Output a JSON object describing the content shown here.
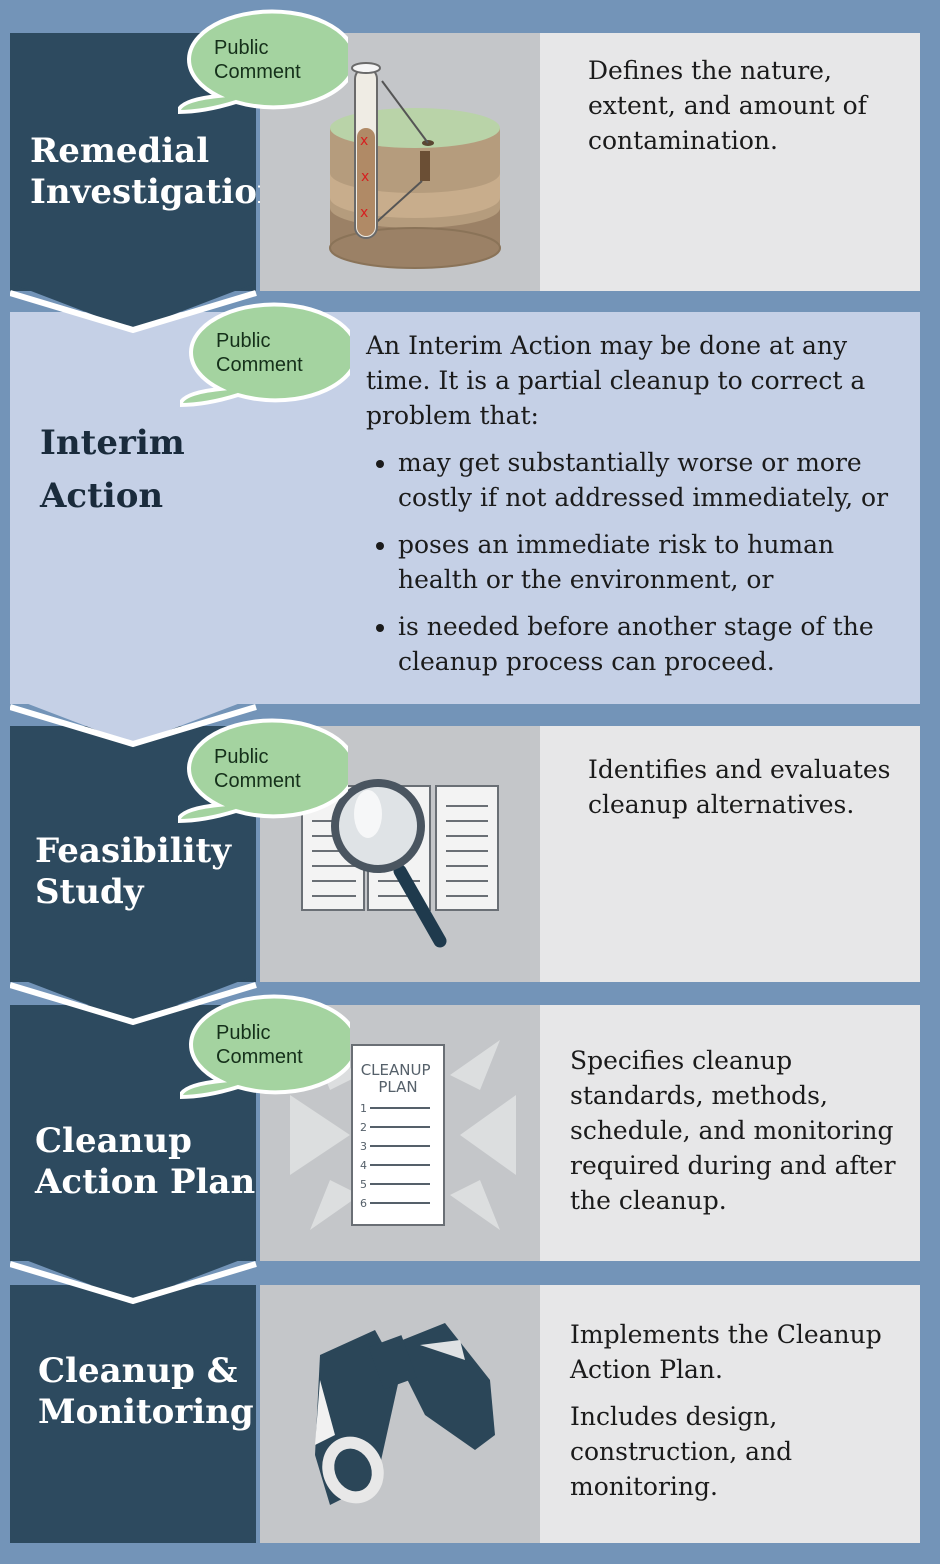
{
  "bubble_text": "Public\nComment",
  "stages": [
    {
      "title": "Remedial\nInvestigation",
      "desc": [
        "Defines the nature, extent, and amount of contamination."
      ]
    },
    {
      "title": "Interim\nAction",
      "intro": "An Interim Action may be done at any time. It is a partial cleanup to correct a problem that:",
      "bullets": [
        "may get substantially worse or more costly if not addressed immediately, or",
        "poses an immediate risk to human health or the environment, or",
        "is needed before another stage of the cleanup process can proceed."
      ]
    },
    {
      "title": "Feasibility\nStudy",
      "desc": [
        "Identifies and evaluates cleanup alternatives."
      ]
    },
    {
      "title": "Cleanup\nAction Plan",
      "desc": [
        "Specifies cleanup standards, methods, schedule, and  monitoring required during and after the cleanup."
      ],
      "plan_label": "CLEANUP\nPLAN",
      "plan_numbers": [
        "1",
        "2",
        "3",
        "4",
        "5",
        "6"
      ]
    },
    {
      "title": "Cleanup &\nMonitoring",
      "desc": [
        "Implements the Cleanup Action Plan.",
        "Includes design, construction, and monitoring."
      ]
    }
  ],
  "colors": {
    "background": "#7394b8",
    "title_panel": "#2d4a5f",
    "interim_panel": "#c5d0e6",
    "bubble": "#a4d3a0",
    "image_panel": "#c4c6c9",
    "desc_panel": "#e7e7e8"
  }
}
